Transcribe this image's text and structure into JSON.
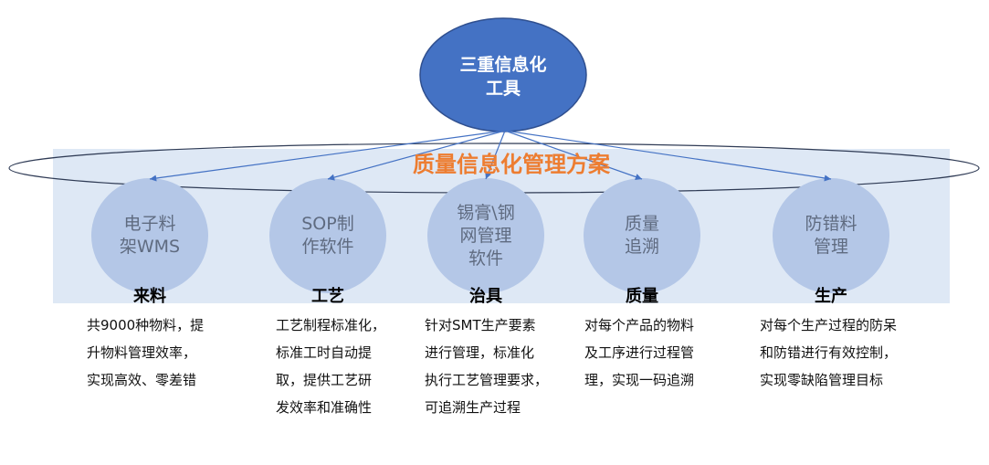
{
  "root": {
    "line1": "三重信息化",
    "line2": "工具"
  },
  "title": "质量信息化管理方案",
  "colors": {
    "root": "#4472c4",
    "node": "#b4c7e7",
    "band": "#dee8f5",
    "title": "#ed7d31",
    "arrow": "#4472c4"
  },
  "items": [
    {
      "node_lines": [
        "电子料",
        "架WMS"
      ],
      "label": "来料",
      "desc": "共9000种物料，提\n升物料管理效率，\n实现高效、零差错"
    },
    {
      "node_lines": [
        "SOP制",
        "作软件"
      ],
      "label": "工艺",
      "desc": "工艺制程标准化，\n标准工时自动提\n取，提供工艺研\n发效率和准确性"
    },
    {
      "node_lines": [
        "锡膏\\钢",
        "网管理",
        "软件"
      ],
      "label": "治具",
      "desc": "针对SMT生产要素\n进行管理，标准化\n执行工艺管理要求，\n可追溯生产过程"
    },
    {
      "node_lines": [
        "质量",
        "追溯"
      ],
      "label": "质量",
      "desc": "对每个产品的物料\n及工序进行过程管\n理，实现一码追溯"
    },
    {
      "node_lines": [
        "防错料",
        "管理"
      ],
      "label": "生产",
      "desc": "对每个生产过程的防呆\n和防错进行有效控制，\n实现零缺陷管理目标"
    }
  ]
}
